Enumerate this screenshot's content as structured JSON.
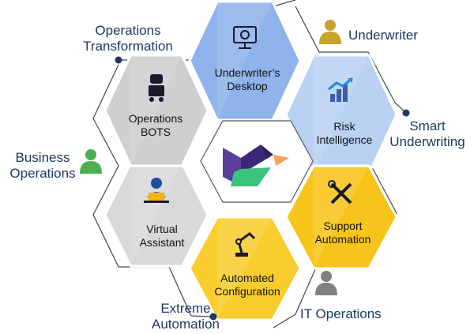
{
  "hexagons": [
    {
      "id": "desktop",
      "lines": [
        "Underwriter’s",
        "Desktop"
      ],
      "icon": "monitor-gear-icon",
      "fill": "#8fb3ea"
    },
    {
      "id": "risk",
      "lines": [
        "Risk",
        "Intelligence"
      ],
      "icon": "growth-chart-icon",
      "fill": "#b9d2f3"
    },
    {
      "id": "support",
      "lines": [
        "Support",
        "Automation"
      ],
      "icon": "wrench-screwdriver-icon",
      "fill": "#f7c41c"
    },
    {
      "id": "config",
      "lines": [
        "Automated",
        "Configuration"
      ],
      "icon": "robotic-arm-icon",
      "fill": "#f9cd2e"
    },
    {
      "id": "assistant",
      "lines": [
        "Virtual",
        "Assistant"
      ],
      "icon": "user-laptop-icon",
      "fill": "#d9d9d9"
    },
    {
      "id": "bots",
      "lines": [
        "Operations",
        "BOTS"
      ],
      "icon": "robot-icon",
      "fill": "#cfcfcf"
    }
  ],
  "outer_labels": {
    "operations_transformation": [
      "Operations",
      "Transformation"
    ],
    "underwriter": "Underwriter",
    "smart_underwriting": [
      "Smart",
      "Underwriting"
    ],
    "business_operations": [
      "Business",
      "Operations"
    ],
    "it_operations": "IT Operations",
    "extreme_automation": [
      "Extreme",
      "Automation"
    ]
  },
  "personas": {
    "underwriter": {
      "icon": "person-icon",
      "color": "#c9a227"
    },
    "business_operations": {
      "icon": "person-icon",
      "color": "#4caf50"
    },
    "it_operations": {
      "icon": "person-icon",
      "color": "#808080"
    }
  },
  "center_logo": {
    "icon": "company-logo-icon",
    "colors": [
      "#5b3f9a",
      "#3a2878",
      "#3cc47c",
      "#f5a35b"
    ]
  },
  "colors": {
    "text": "#1f3864",
    "outline": "#3b3b4f",
    "dot": "#1f3864"
  }
}
